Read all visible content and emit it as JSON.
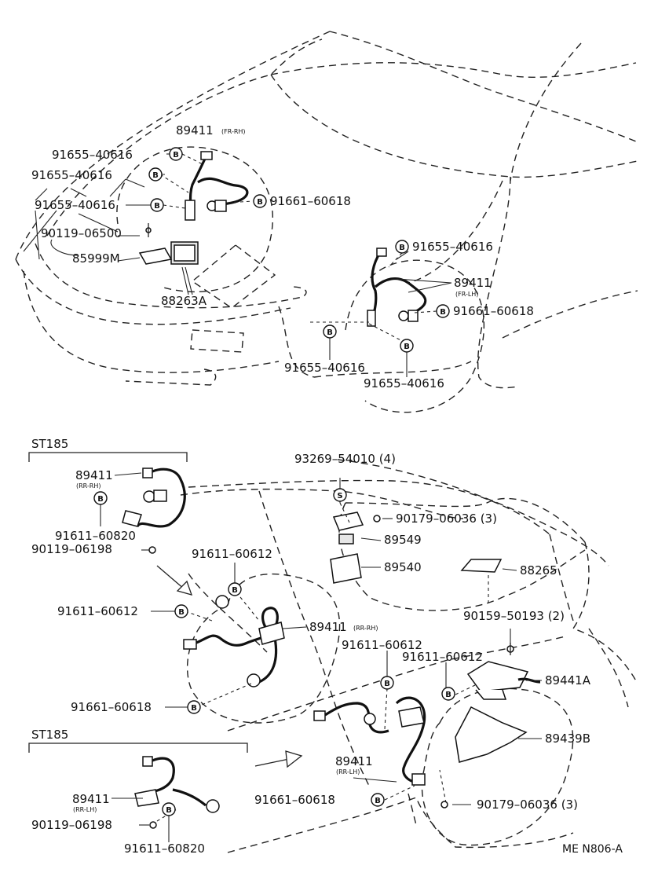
{
  "labels": {
    "p89411_fr_rh": "89411",
    "sub_fr_rh": "(FR-RH)",
    "p91655_a": "91655–40616",
    "p91655_b": "91655–40616",
    "p91655_c": "91655–40616",
    "p90119_06500": "90119–06500",
    "p85999m": "85999M",
    "p88263a": "88263A",
    "p91661_top": "91661–60618",
    "p91655_r1": "91655–40616",
    "p89411_fr_lh": "89411",
    "sub_fr_lh": "(FR-LH)",
    "p91661_r": "91661–60618",
    "p91655_r2": "91655–40616",
    "p91655_r3": "91655–40616",
    "st185_top": "ST185",
    "p89411_rr_rh_a": "89411",
    "sub_rr_rh_a": "(RR-RH)",
    "p91611_60820_a": "91611–60820",
    "p90119_06198_a": "90119–06198",
    "p93269": "93269–54010 (4)",
    "p90179_06036_a": "90179–06036 (3)",
    "p89549": "89549",
    "p89540": "89540",
    "p88265": "88265",
    "p91611_m1": "91611–60612",
    "p91611_m2": "91611–60612",
    "p89411_rr_rh_b": "89411",
    "sub_rr_rh_b": "(RR-RH)",
    "p90159": "90159–50193 (2)",
    "p91611_m3": "91611–60612",
    "p91611_m4": "91611–60612",
    "p89441a": "89441A",
    "p91661_m": "91661–60618",
    "p89439b": "89439B",
    "st185_bot": "ST185",
    "p89411_rr_lh_a": "89411",
    "sub_rr_lh_a": "(RR-LH)",
    "p89411_rr_lh_b": "89411",
    "sub_rr_lh_b": "(RR-LH)",
    "p90119_06198_b": "90119–06198",
    "p91661_b": "91661–60618",
    "p90179_06036_b": "90179–06036 (3)",
    "p91611_60820_b": "91611–60820",
    "code": "ME N806-A"
  },
  "markers": {
    "b": "B",
    "s": "S"
  }
}
